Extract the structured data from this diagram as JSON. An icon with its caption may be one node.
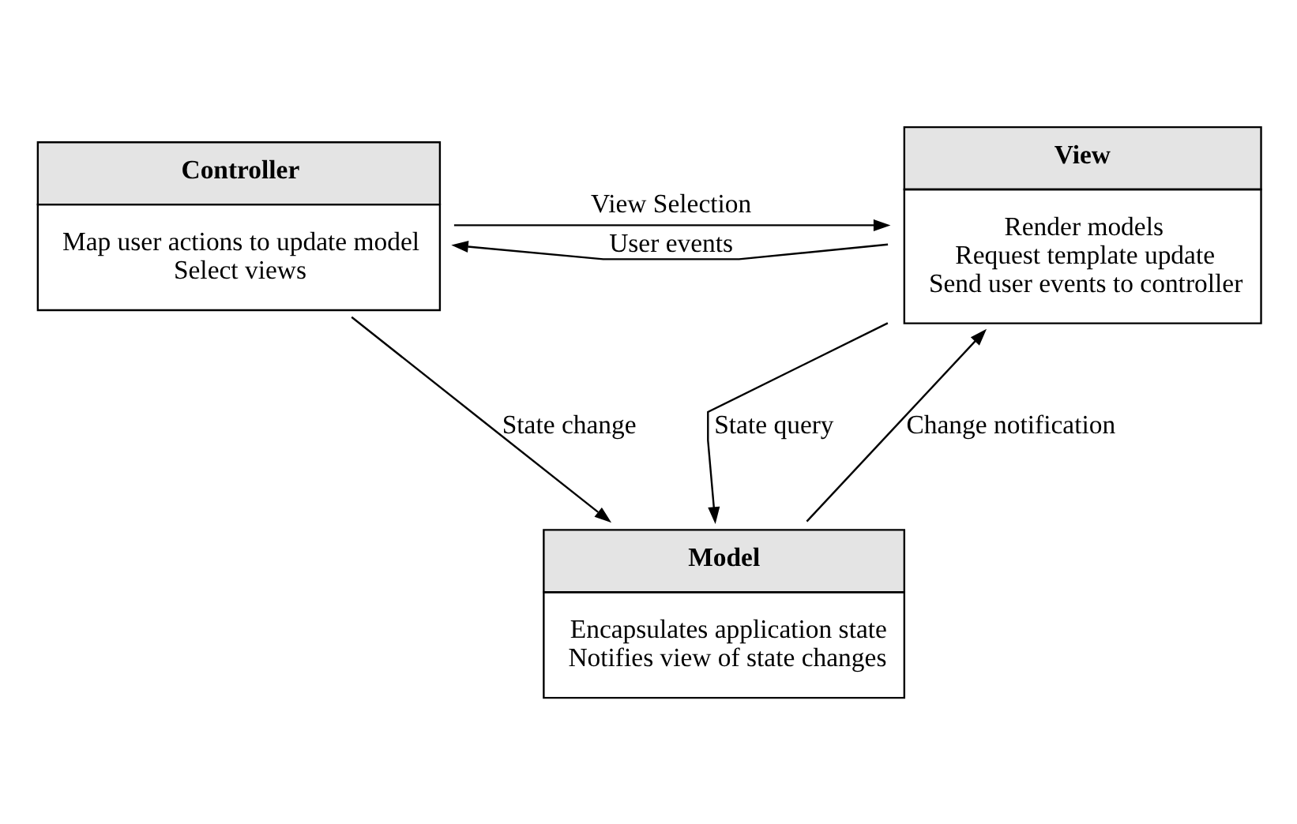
{
  "diagram": {
    "nodes": [
      {
        "text": [
          "Controller",
          "Map user actions to update model",
          "Select views"
        ]
      },
      {
        "text": [
          "View",
          "Render models",
          "Request template update",
          "Send user events to controller"
        ]
      },
      {
        "text": [
          "Model",
          "Encapsulates application state",
          "Notifies view of state changes"
        ]
      }
    ],
    "edges": [
      {
        "from": 0,
        "to": 1,
        "arrow": "to",
        "label": "View Selection"
      },
      {
        "from": 1,
        "to": 0,
        "arrow": "to",
        "label": "User events"
      },
      {
        "from": 0,
        "to": 2,
        "arrow": "to",
        "label": "State change"
      },
      {
        "from": 2,
        "to": 1,
        "arrow": "to",
        "label": "Change notification"
      },
      {
        "from": 1,
        "to": 2,
        "arrow": "to",
        "label": "State query"
      }
    ]
  }
}
